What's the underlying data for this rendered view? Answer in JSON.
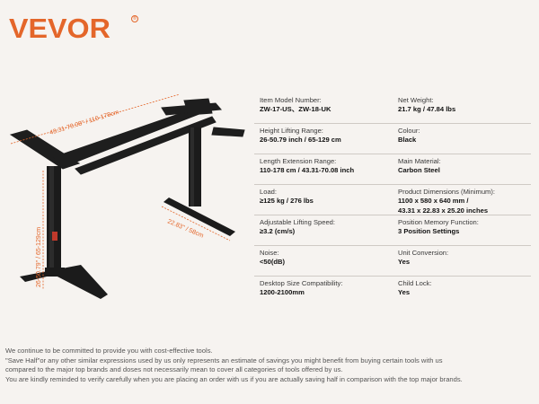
{
  "brand": {
    "logo": "VEVOR",
    "trademark": "®",
    "accent": "#e4662a"
  },
  "product": {
    "dimensions": {
      "length": "43.31-70.08\" / 110-178cm",
      "height": "26-50.79\" / 65-129cm",
      "depth": "22.83\" / 58cm"
    }
  },
  "specs": [
    [
      {
        "label": "Item Model Number:",
        "value": "ZW-17-US、ZW-18-UK"
      },
      {
        "label": "Net Weight:",
        "value": "21.7 kg / 47.84 lbs"
      }
    ],
    [
      {
        "label": "Height Lifting Range:",
        "value": "26-50.79 inch / 65-129 cm"
      },
      {
        "label": "Colour:",
        "value": "Black"
      }
    ],
    [
      {
        "label": "Length Extension Range:",
        "value": "110-178 cm / 43.31-70.08 inch"
      },
      {
        "label": "Main Material:",
        "value": "Carbon Steel"
      }
    ],
    [
      {
        "label": "Load:",
        "value": "≥125 kg / 276 lbs"
      },
      {
        "label": "Product Dimensions (Minimum):",
        "value": "1100 x 580 x 640 mm /",
        "value2": "43.31 x 22.83 x 25.20 inches"
      }
    ],
    [
      {
        "label": "Adjustable Lifting Speed:",
        "value": "≥3.2 (cm/s)"
      },
      {
        "label": "Position Memory Function:",
        "value": "3 Position Settings"
      }
    ],
    [
      {
        "label": "Noise:",
        "value": "<50(dB)"
      },
      {
        "label": "Unit Conversion:",
        "value": "Yes"
      }
    ],
    [
      {
        "label": "Desktop Size Compatibility:",
        "value": "1200-2100mm"
      },
      {
        "label": "Child Lock:",
        "value": "Yes"
      }
    ]
  ],
  "disclaimer": [
    "We continue to be committed to provide you with cost-effective tools.",
    "\"Save Half\"or any other similar expressions used by us only represents an estimate of savings you might benefit from buying certain tools with us",
    "compared to the major top brands and doses not necessarily mean to cover all categories of tools offered by us.",
    "You are kindly reminded to verify carefully when you are placing an order with us if you are actually saving half in comparison with the top major brands."
  ]
}
